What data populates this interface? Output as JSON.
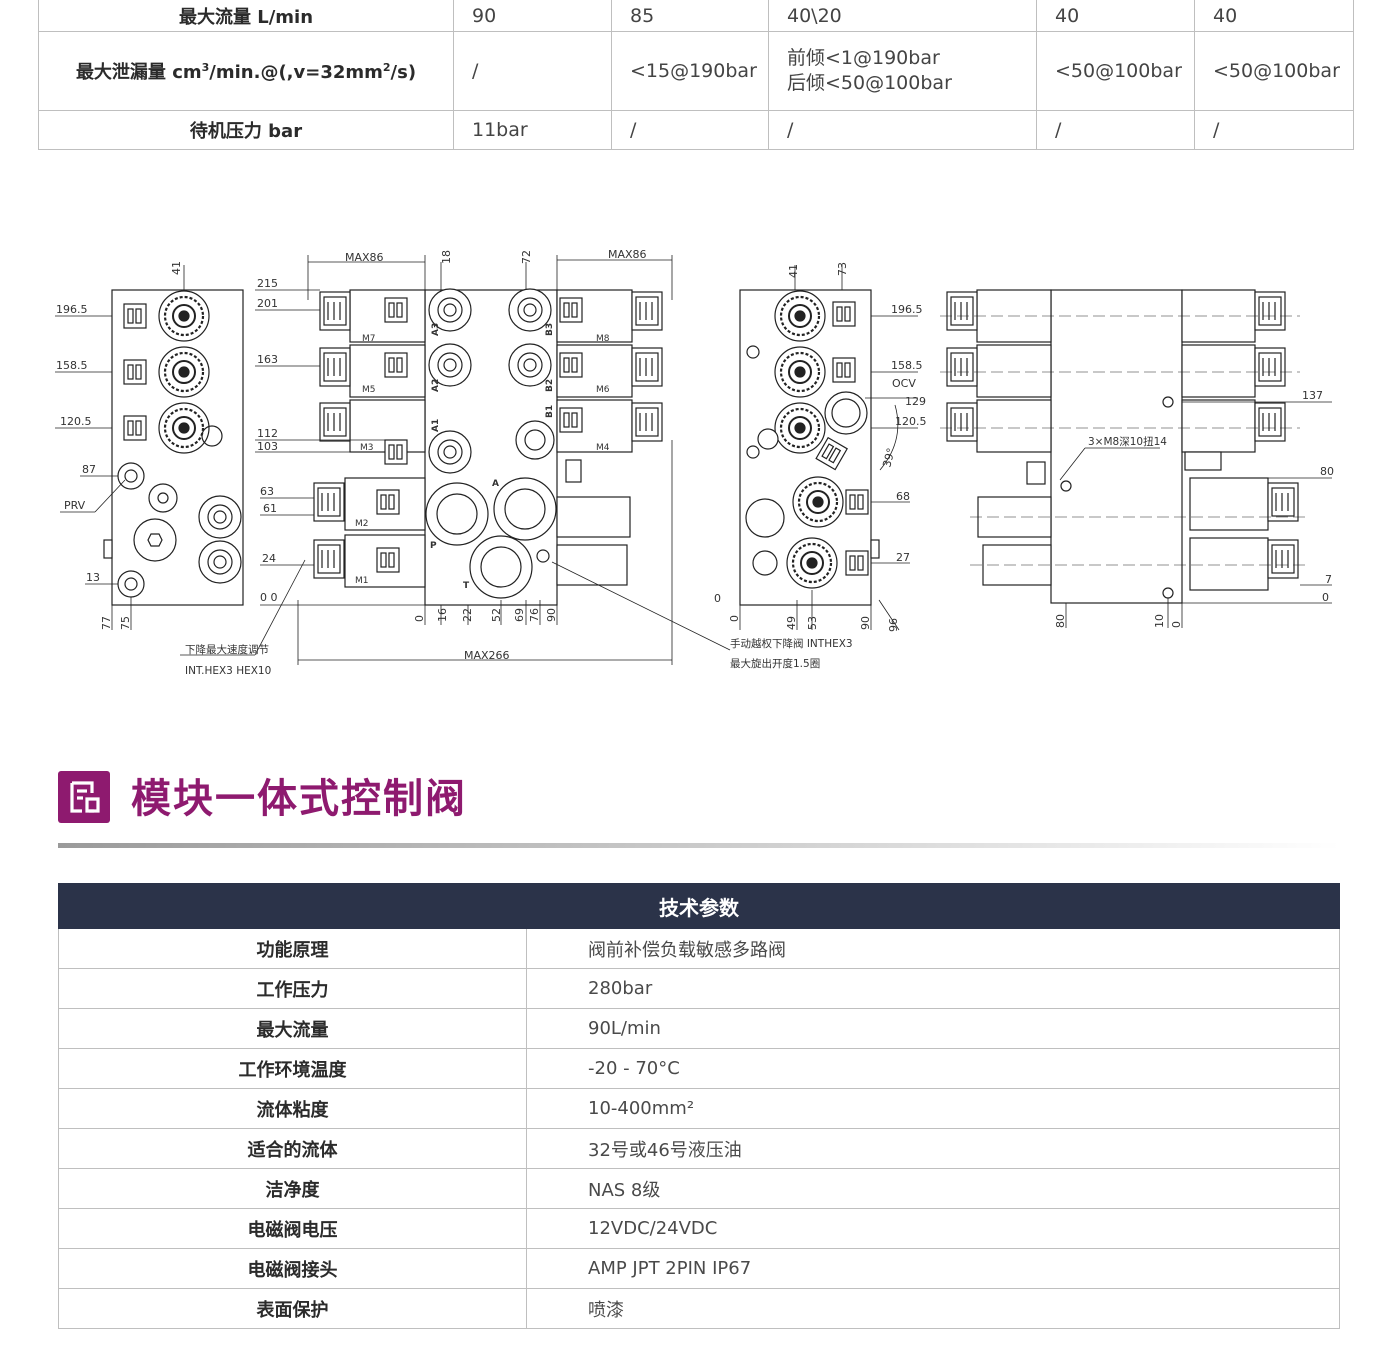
{
  "top_table": {
    "rows": [
      {
        "label": "最大流量 L/min",
        "cells": [
          "90",
          "85",
          "40\\20",
          "40",
          "40"
        ]
      },
      {
        "label_html_parts": {
          "a": "最大泄漏量 cm",
          "sup1": "3",
          "b": "/min.@(,v=32mm",
          "sup2": "2",
          "c": "/s)"
        },
        "cells": [
          "/",
          "<15@190bar",
          "",
          "<50@100bar",
          "<50@100bar"
        ],
        "multi": [
          "前倾<1@190bar",
          "后倾<50@100bar"
        ]
      },
      {
        "label": "待机压力 bar",
        "cells": [
          "11bar",
          "/",
          "/",
          "/",
          "/"
        ]
      }
    ]
  },
  "drawing": {
    "left_view": {
      "dims": [
        "196.5",
        "158.5",
        "120.5",
        "87",
        "PRV",
        "13",
        "41",
        "77",
        "75"
      ]
    },
    "mid_view": {
      "max86_left": "MAX86",
      "max86_right": "MAX86",
      "max266": "MAX266",
      "left_dims": [
        "215",
        "201",
        "163",
        "112",
        "103",
        "63",
        "61",
        "24",
        "0 0"
      ],
      "top_dims": [
        "18",
        "72"
      ],
      "bottom_dims": [
        "0",
        "16",
        "22",
        "52",
        "69",
        "76",
        "90"
      ],
      "coils": [
        "M7",
        "M8",
        "M5",
        "M6",
        "M3",
        "M4",
        "M2",
        "M1"
      ],
      "ports": [
        "A3",
        "B3",
        "A2",
        "B2",
        "A1",
        "B1",
        "A",
        "P",
        "T"
      ],
      "note1": "下降最大速度调节",
      "note2": "INT.HEX3   HEX10",
      "note3": "手动越权下降阀 INTHEX3",
      "note4": "最大旋出开度1.5圈"
    },
    "right_side_view": {
      "dims": [
        "196.5",
        "158.5",
        "OCV",
        "129",
        "120.5",
        "39°",
        "68",
        "27",
        "41",
        "73",
        "0",
        "0",
        "49",
        "53",
        "90",
        "96"
      ]
    },
    "back_view": {
      "dims": [
        "137",
        "3×M8深10扭14",
        "80",
        "7",
        "0",
        "80",
        "10",
        "0"
      ]
    }
  },
  "section": {
    "title": "模块一体式控制阀",
    "icon": "document-icon"
  },
  "spec_table": {
    "header": "技术参数",
    "rows": [
      {
        "k": "功能原理",
        "v": "阀前补偿负载敏感多路阀"
      },
      {
        "k": "工作压力",
        "v": "280bar"
      },
      {
        "k": "最大流量",
        "v": "90L/min"
      },
      {
        "k": "工作环境温度",
        "v": "-20 - 70°C"
      },
      {
        "k": "流体粘度",
        "v": "10-400mm²"
      },
      {
        "k": "适合的流体",
        "v": "32号或46号液压油"
      },
      {
        "k": "洁净度",
        "v": "NAS 8级"
      },
      {
        "k": "电磁阀电压",
        "v": "12VDC/24VDC"
      },
      {
        "k": "电磁阀接头",
        "v": "AMP JPT  2PIN IP67"
      },
      {
        "k": "表面保护",
        "v": "喷漆"
      }
    ]
  },
  "colors": {
    "accent": "#8e1a6f",
    "header_bg": "#2b3349",
    "border": "#bfbfbf"
  }
}
